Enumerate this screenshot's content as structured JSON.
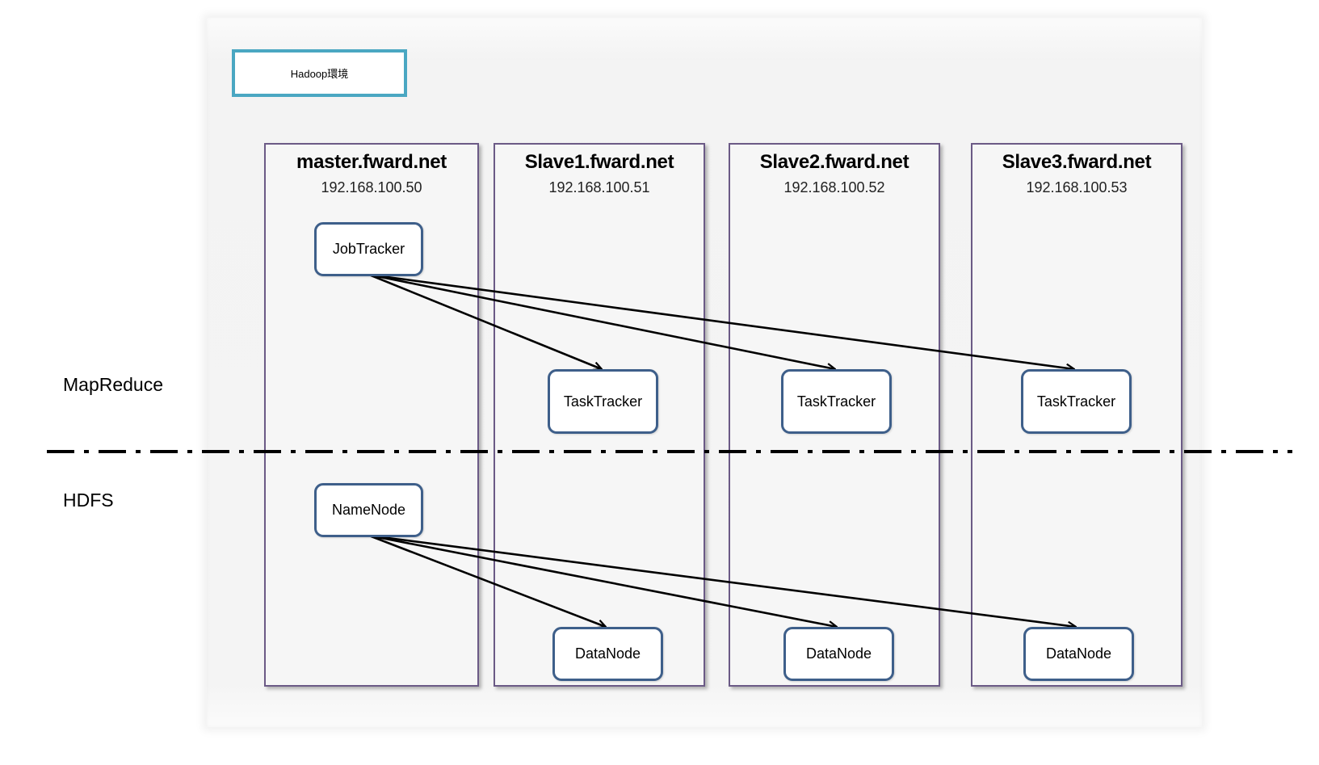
{
  "environment": {
    "label": "Hadoop環境"
  },
  "layers": {
    "mapreduce": "MapReduce",
    "hdfs": "HDFS"
  },
  "hosts": [
    {
      "name": "master.fward.net",
      "ip": "192.168.100.50"
    },
    {
      "name": "Slave1.fward.net",
      "ip": "192.168.100.51"
    },
    {
      "name": "Slave2.fward.net",
      "ip": "192.168.100.52"
    },
    {
      "name": "Slave3.fward.net",
      "ip": "192.168.100.53"
    }
  ],
  "nodes": {
    "jobtracker": "JobTracker",
    "namenode": "NameNode",
    "tasktrackers": [
      "TaskTracker",
      "TaskTracker",
      "TaskTracker"
    ],
    "datanodes": [
      "DataNode",
      "DataNode",
      "DataNode"
    ]
  },
  "colors": {
    "env_border": "#4aa7c2",
    "host_border": "#6b5a86",
    "node_border": "#3e5f8a",
    "arrow": "#000000"
  }
}
